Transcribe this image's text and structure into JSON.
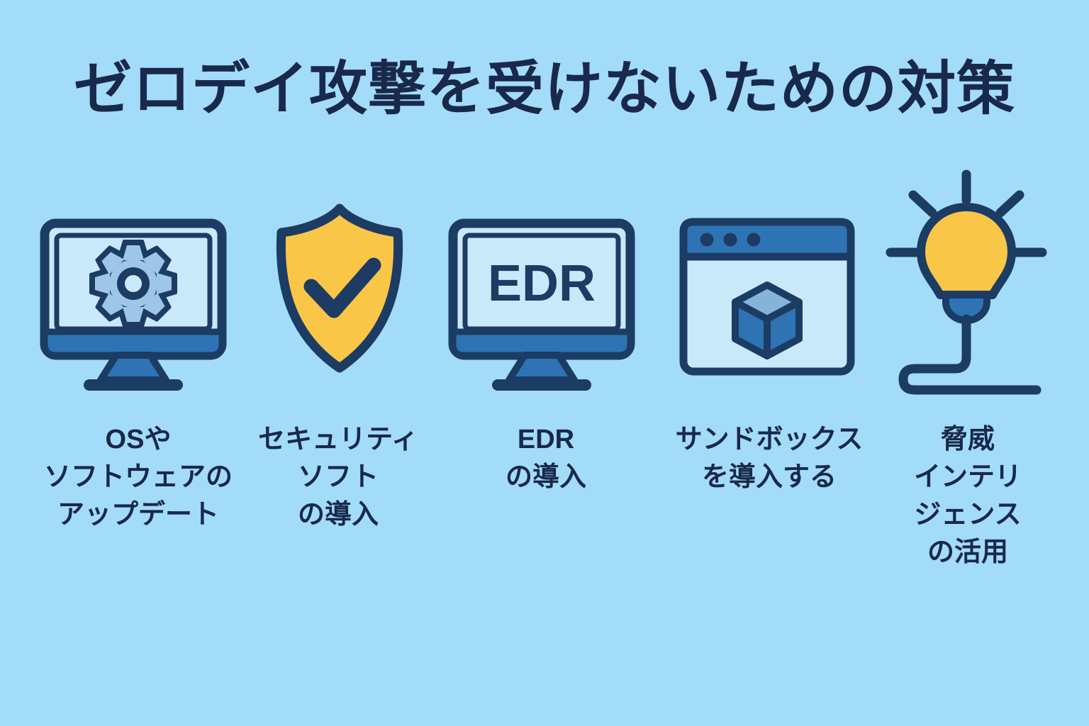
{
  "title": "ゼロデイ攻撃を受けないための対策",
  "colors": {
    "background": "#A3DCF8",
    "text_navy": "#19294B",
    "outline_navy": "#1C3C64",
    "accent_blue": "#2E74B5",
    "screen_light": "#C9E9FA",
    "gear_body_blue": "#9EC6E6",
    "cube_top_blue": "#85B3D9",
    "accent_yellow": "#F9C648"
  },
  "items": [
    {
      "icon": "monitor-gear",
      "label_lines": [
        "OSや",
        "ソフトウェアの",
        "アップデート"
      ]
    },
    {
      "icon": "shield-check",
      "label_lines": [
        "セキュリティ",
        "ソフト",
        "の導入"
      ]
    },
    {
      "icon": "edr-monitor",
      "screen_text": "EDR",
      "label_lines": [
        "EDR",
        "の導入"
      ]
    },
    {
      "icon": "sandbox-window",
      "label_lines": [
        "サンドボックス",
        "を導入する"
      ]
    },
    {
      "icon": "lightbulb-idea",
      "label_lines": [
        "脅威",
        "インテリ",
        "ジェンス",
        "の活用"
      ]
    }
  ]
}
